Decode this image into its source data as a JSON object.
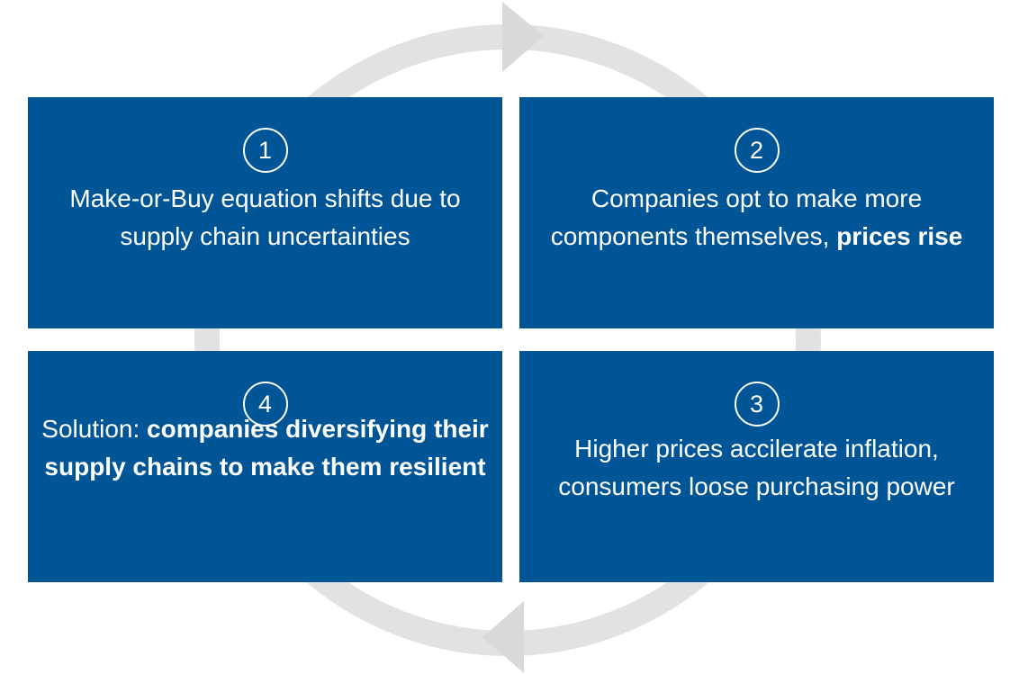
{
  "ring_color": "#e2e2e2",
  "box_color": "#005596",
  "steps": [
    {
      "number": "1",
      "text": "Make-or-Buy equation shifts due to supply chain uncertainties"
    },
    {
      "number": "2",
      "text": "Companies opt to make more components themselves,",
      "emphasis": "prices rise"
    },
    {
      "number": "3",
      "text": "Higher prices accilerate inflation, consumers loose purchasing power"
    },
    {
      "number": "4",
      "lead": "Solution:",
      "emphasis": "companies diversifying their supply chains to make them resilient"
    }
  ]
}
